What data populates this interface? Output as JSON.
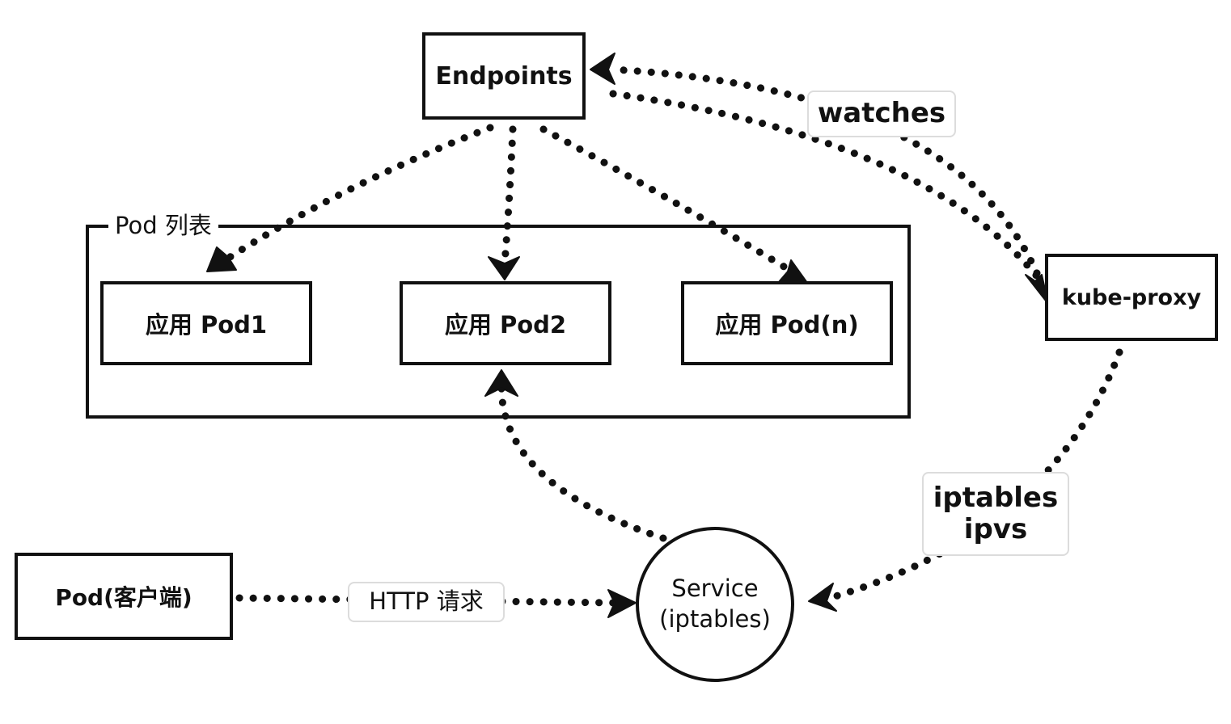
{
  "group": {
    "label": "Pod 列表"
  },
  "nodes": {
    "endpoints": "Endpoints",
    "pod1": "应用 Pod1",
    "pod2": "应用 Pod2",
    "podn": "应用 Pod(n)",
    "kube_proxy": "kube-proxy",
    "client_pod": "Pod(客户端)",
    "service_line1": "Service",
    "service_line2": "(iptables)"
  },
  "edge_labels": {
    "watches": "watches",
    "iptables_line1": "iptables",
    "iptables_line2": "ipvs",
    "http": "HTTP 请求"
  },
  "colors": {
    "stroke": "#111111",
    "label_border": "#dcdcdc",
    "background": "#ffffff"
  }
}
